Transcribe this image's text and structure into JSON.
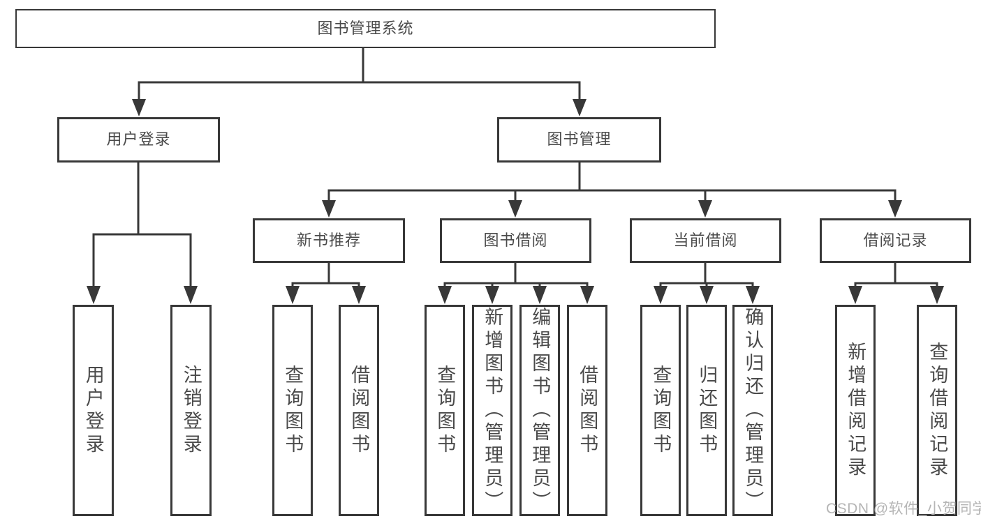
{
  "root": {
    "label": "图书管理系统"
  },
  "level2": {
    "user_login": {
      "label": "用户登录"
    },
    "book_management": {
      "label": "图书管理"
    }
  },
  "level3": {
    "new_book_recommend": {
      "label": "新书推荐"
    },
    "book_borrowing": {
      "label": "图书借阅"
    },
    "current_borrowing": {
      "label": "当前借阅"
    },
    "borrowing_records": {
      "label": "借阅记录"
    }
  },
  "leaves": {
    "user_login": {
      "login": {
        "label": "用户登录"
      },
      "logout": {
        "label": "注销登录"
      }
    },
    "new_book_recommend": {
      "query_books": {
        "label": "查询图书"
      },
      "borrow_books": {
        "label": "借阅图书"
      }
    },
    "book_borrowing": {
      "query_books": {
        "label": "查询图书"
      },
      "add_books_admin": {
        "label": "新增图书（管理员）"
      },
      "edit_books_admin": {
        "label": "编辑图书（管理员）"
      },
      "borrow_books": {
        "label": "借阅图书"
      }
    },
    "current_borrowing": {
      "query_books": {
        "label": "查询图书"
      },
      "return_books": {
        "label": "归还图书"
      },
      "confirm_return_admin": {
        "label": "确认归还（管理员）"
      }
    },
    "borrowing_records": {
      "add_record": {
        "label": "新增借阅记录"
      },
      "query_record": {
        "label": "查询借阅记录"
      }
    }
  },
  "watermark": {
    "label": "CSDN @软件_小贺同学"
  },
  "colors": {
    "line": "#383838",
    "node_border": "#383838",
    "text": "#4a4a4a",
    "watermark_text": "#b5b5b5",
    "background": "#ffffff"
  }
}
